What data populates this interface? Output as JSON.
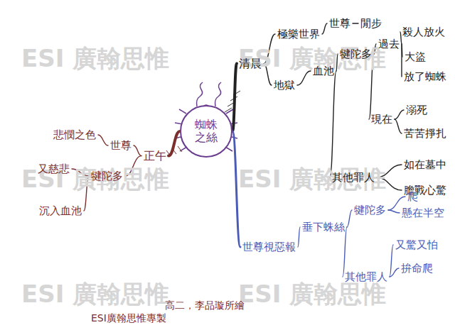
{
  "diagram": {
    "nodes": [
      {
        "text": [
          "蜘蛛之絲"
        ]
      },
      {
        "text": [
          "清晨"
        ]
      },
      {
        "text": [
          "極樂世界"
        ]
      },
      {
        "text": [
          "世尊"
        ]
      },
      {
        "text": [
          "閒步"
        ]
      },
      {
        "text": [
          "地獄"
        ]
      },
      {
        "text": [
          "血池"
        ]
      },
      {
        "text": [
          "犍陀多"
        ]
      },
      {
        "text": [
          "過去"
        ]
      },
      {
        "text": [
          "殺人放火"
        ]
      },
      {
        "text": [
          "大盜"
        ]
      },
      {
        "text": [
          "放了蜘蛛"
        ]
      },
      {
        "text": [
          "現在"
        ]
      },
      {
        "text": [
          "溺死"
        ]
      },
      {
        "text": [
          "苦苦掙扎"
        ]
      },
      {
        "text": [
          "其他罪人"
        ]
      },
      {
        "text": [
          "如在墓中"
        ]
      },
      {
        "text": [
          "膽戰心驚"
        ]
      },
      {
        "text": [
          "正午"
        ]
      },
      {
        "text": [
          "世尊"
        ]
      },
      {
        "text": [
          "悲憫之色"
        ]
      },
      {
        "text": [
          "犍陀多"
        ]
      },
      {
        "text": [
          "又慈悲"
        ]
      },
      {
        "text": [
          "沉入血池"
        ]
      },
      {
        "text": [
          "世尊視惡報"
        ]
      },
      {
        "text": [
          "垂下蛛絲"
        ]
      },
      {
        "text": [
          "犍陀多"
        ]
      },
      {
        "text": [
          "爬"
        ]
      },
      {
        "text": [
          "懸在半空"
        ]
      },
      {
        "text": [
          "其他罪人"
        ]
      },
      {
        "text": [
          "又驚又怕"
        ]
      },
      {
        "text": [
          "拚命爬"
        ]
      }
    ],
    "edges": [
      {
        "from": 0,
        "to": 1,
        "arrow": "none"
      },
      {
        "from": 1,
        "to": 2,
        "arrow": "none"
      },
      {
        "from": 2,
        "to": 3,
        "arrow": "none"
      },
      {
        "from": 3,
        "to": 4,
        "arrow": "none"
      },
      {
        "from": 1,
        "to": 5,
        "arrow": "none"
      },
      {
        "from": 5,
        "to": 6,
        "arrow": "none"
      },
      {
        "from": 6,
        "to": 7,
        "arrow": "none"
      },
      {
        "from": 7,
        "to": 8,
        "arrow": "none"
      },
      {
        "from": 8,
        "to": 9,
        "arrow": "none"
      },
      {
        "from": 8,
        "to": 10,
        "arrow": "none"
      },
      {
        "from": 8,
        "to": 11,
        "arrow": "none"
      },
      {
        "from": 7,
        "to": 12,
        "arrow": "none"
      },
      {
        "from": 12,
        "to": 13,
        "arrow": "none"
      },
      {
        "from": 12,
        "to": 14,
        "arrow": "none"
      },
      {
        "from": 6,
        "to": 15,
        "arrow": "none"
      },
      {
        "from": 15,
        "to": 16,
        "arrow": "none"
      },
      {
        "from": 15,
        "to": 17,
        "arrow": "none"
      },
      {
        "from": 0,
        "to": 18,
        "arrow": "none"
      },
      {
        "from": 18,
        "to": 19,
        "arrow": "none"
      },
      {
        "from": 19,
        "to": 20,
        "arrow": "none"
      },
      {
        "from": 18,
        "to": 21,
        "arrow": "none"
      },
      {
        "from": 21,
        "to": 22,
        "arrow": "none"
      },
      {
        "from": 21,
        "to": 23,
        "arrow": "none"
      },
      {
        "from": 0,
        "to": 24,
        "arrow": "none"
      },
      {
        "from": 24,
        "to": 25,
        "arrow": "none"
      },
      {
        "from": 25,
        "to": 26,
        "arrow": "none"
      },
      {
        "from": 26,
        "to": 27,
        "arrow": "none"
      },
      {
        "from": 26,
        "to": 28,
        "arrow": "none"
      },
      {
        "from": 25,
        "to": 29,
        "arrow": "none"
      },
      {
        "from": 29,
        "to": 30,
        "arrow": "none"
      },
      {
        "from": 29,
        "to": 31,
        "arrow": "none"
      }
    ],
    "labels": [
      "ESI 廣翰思惟",
      "ESI 廣翰思惟",
      "ESI 廣翰思惟",
      "ESI 廣翰思惟",
      "ESI 廣翰思惟",
      "ESI 廣翰思惟",
      "高二，李品璇所繪",
      "ESI廣翰思惟專製"
    ]
  }
}
